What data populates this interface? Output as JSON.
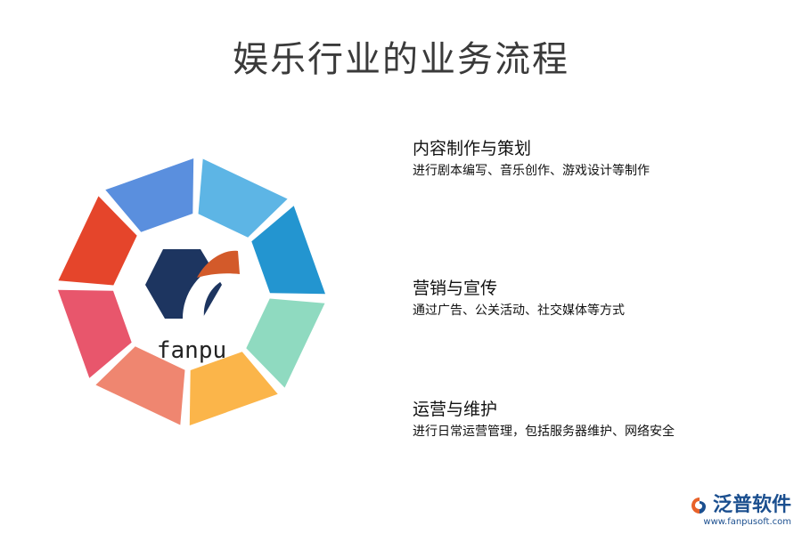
{
  "title": "娱乐行业的业务流程",
  "center_logo": {
    "text": "fanpu"
  },
  "wheel": {
    "segment_colors": [
      "#5db5e5",
      "#2395d0",
      "#8fdac0",
      "#fbb54a",
      "#ef8670",
      "#e8566c",
      "#e5452b",
      "#5a8fde"
    ]
  },
  "items": [
    {
      "heading": "内容制作与策划",
      "desc": "进行剧本编写、音乐创作、游戏设计等制作"
    },
    {
      "heading": "营销与宣传",
      "desc": "通过广告、公关活动、社交媒体等方式"
    },
    {
      "heading": "运营与维护",
      "desc": "进行日常运营管理，包括服务器维护、网络安全"
    }
  ],
  "brand": {
    "name": "泛普软件",
    "url": "www.fanpusoft.com"
  }
}
